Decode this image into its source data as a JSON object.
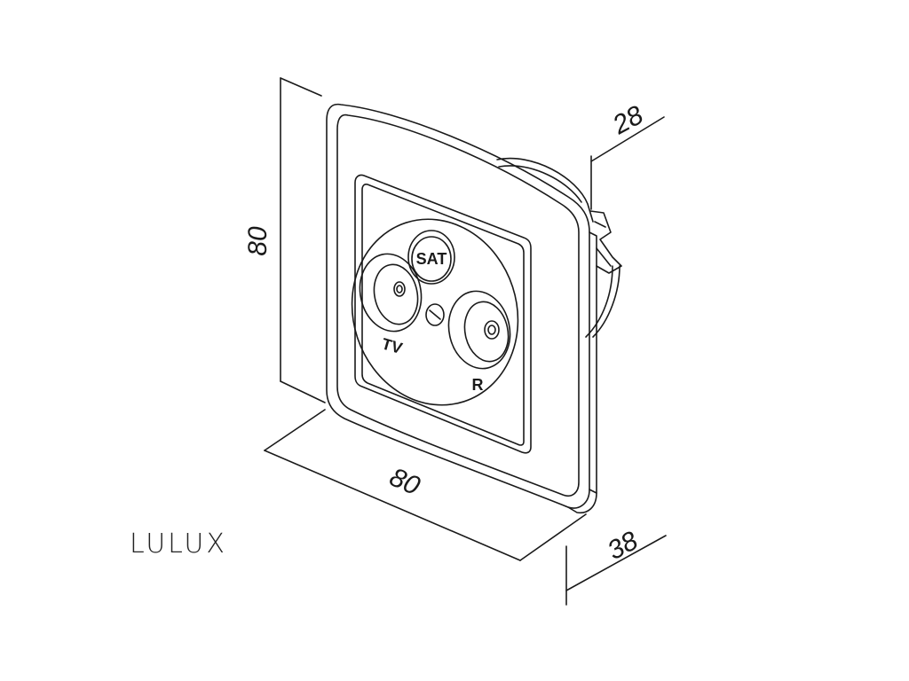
{
  "dimensions": {
    "height": "80",
    "width": "80",
    "depth_front": "28",
    "depth_total": "38"
  },
  "ports": {
    "sat": "SAT",
    "tv": "TV",
    "r": "R"
  },
  "brand": "LULUX",
  "colors": {
    "line": "#1a1a1a",
    "background": "#ffffff"
  }
}
